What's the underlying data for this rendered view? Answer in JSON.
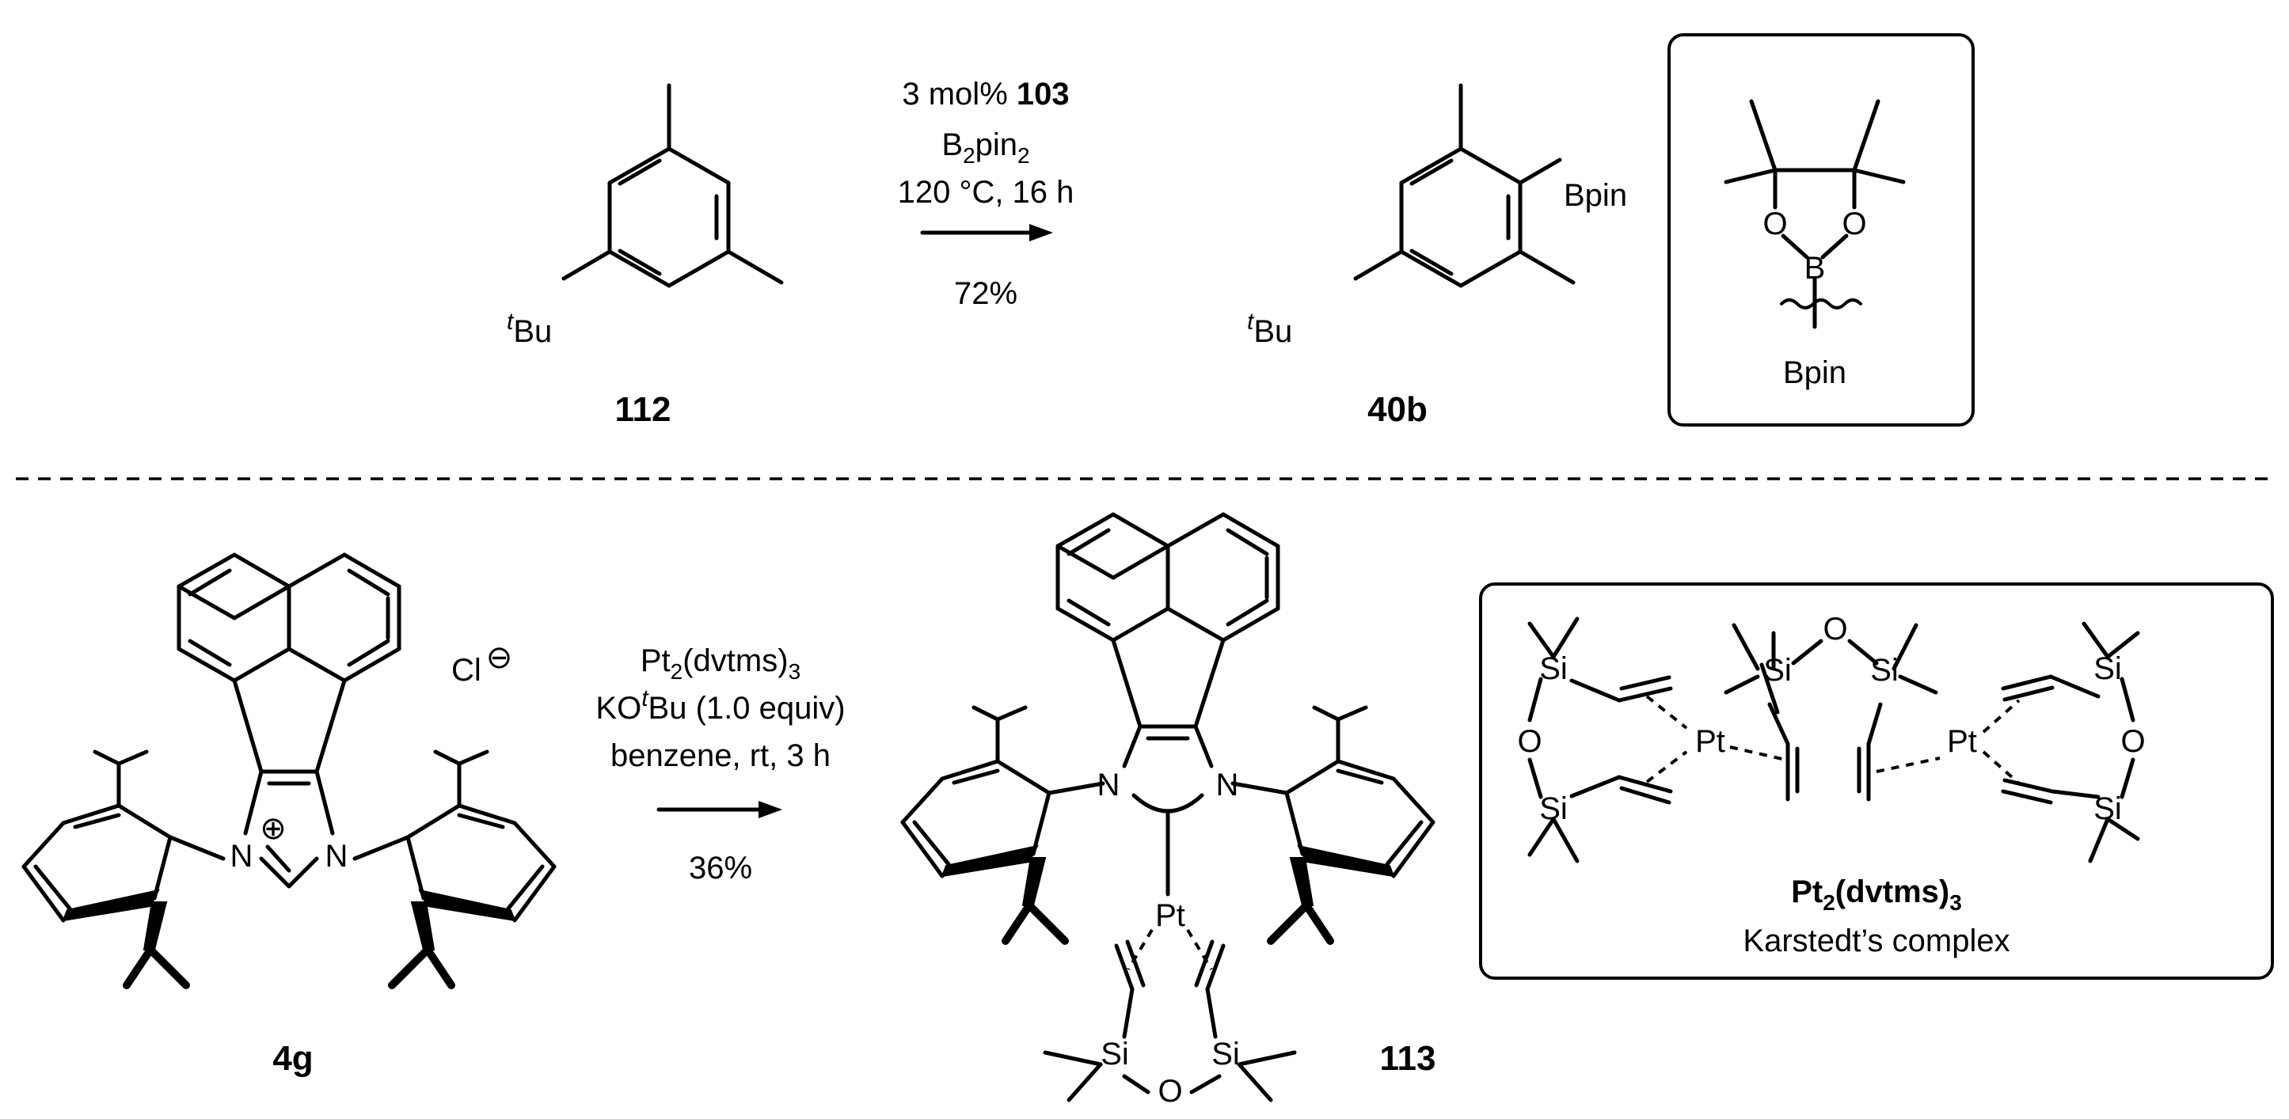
{
  "reaction_top": {
    "reagent_line1_prefix": "3 mol% ",
    "reagent_line1_bold": "103",
    "reagent_line2_base": "B",
    "reagent_line2_sub1": "2",
    "reagent_line2_mid": "pin",
    "reagent_line2_sub2": "2",
    "conditions": "120 °C, 16 h",
    "yield": "72%",
    "start_label": "112",
    "start_substituent_sup": "t",
    "start_substituent": "Bu",
    "product_label": "40b",
    "product_group": "Bpin",
    "product_substituent_sup": "t",
    "product_substituent": "Bu"
  },
  "bpin_box": {
    "atom_o_left": "O",
    "atom_o_right": "O",
    "atom_b": "B",
    "caption": "Bpin"
  },
  "reaction_bottom": {
    "reagent_line1_base": "Pt",
    "reagent_line1_sub1": "2",
    "reagent_line1_mid": "(dvtms)",
    "reagent_line1_sub2": "3",
    "reagent_line2_pre": "KO",
    "reagent_line2_sup": "t",
    "reagent_line2_post": "Bu (1.0 equiv)",
    "conditions": "benzene, rt, 3 h",
    "yield": "36%",
    "start_label": "4g",
    "counterion": "Cl",
    "counterion_charge": "⊖",
    "cation_charge": "⊕",
    "atom_n": "N",
    "product_label": "113",
    "atom_pt": "Pt",
    "atom_si": "Si",
    "atom_o": "O"
  },
  "karstedt_box": {
    "atom_si": "Si",
    "atom_o": "O",
    "atom_pt": "Pt",
    "title_base": "Pt",
    "title_sub1": "2",
    "title_mid": "(dvtms)",
    "title_sub2": "3",
    "subtitle": "Karstedt’s complex"
  }
}
